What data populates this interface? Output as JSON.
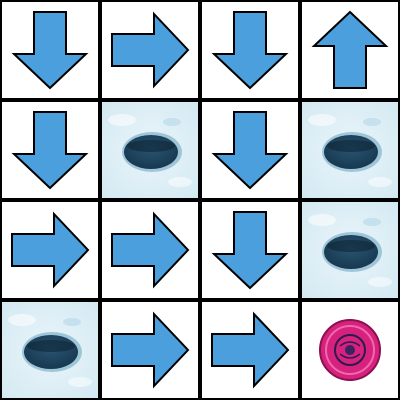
{
  "grid": {
    "rows": 4,
    "cols": 4,
    "cells": [
      [
        "arrow-down",
        "arrow-right",
        "arrow-down",
        "arrow-up"
      ],
      [
        "arrow-down",
        "hole",
        "arrow-down",
        "hole"
      ],
      [
        "arrow-right",
        "arrow-right",
        "arrow-down",
        "hole"
      ],
      [
        "hole",
        "arrow-right",
        "arrow-right",
        "goal-frisbee"
      ]
    ]
  },
  "colors": {
    "grid_line": "#000000",
    "cell_bg": "#ffffff",
    "arrow_fill": "#4a9fdc",
    "arrow_stroke": "#000000",
    "ice": "#d3e9f2",
    "hole": "#173850",
    "frisbee": "#d6217f"
  }
}
